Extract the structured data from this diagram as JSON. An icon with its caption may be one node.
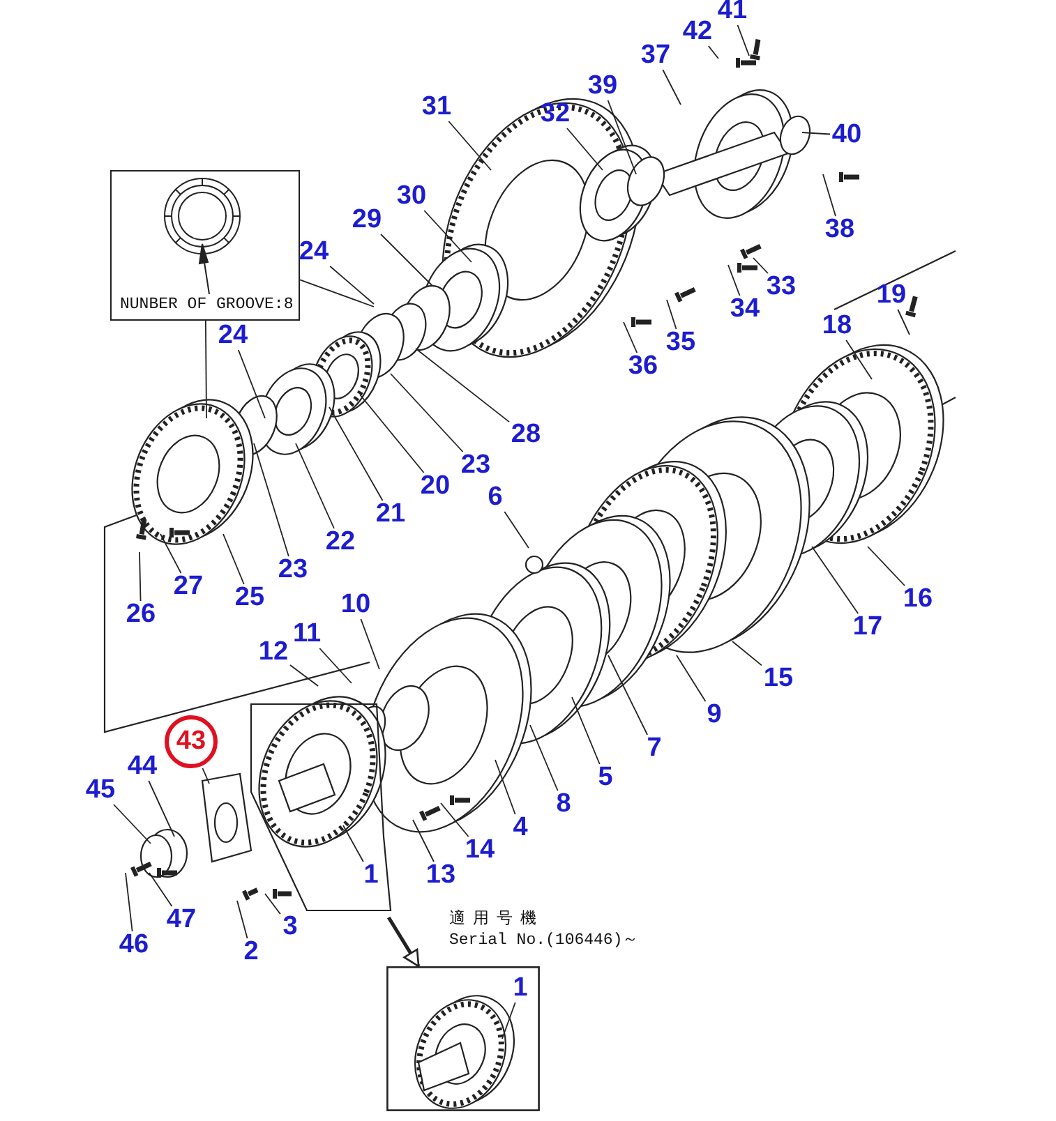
{
  "diagram": {
    "nodes": [
      {
        "text": [
          "NUNBER OF GROOVE:8"
        ]
      },
      {
        "text": [
          "41"
        ]
      },
      {
        "text": [
          "42"
        ]
      },
      {
        "text": [
          "37"
        ]
      },
      {
        "text": [
          "40"
        ]
      },
      {
        "text": [
          "31"
        ]
      },
      {
        "text": [
          "39"
        ]
      },
      {
        "text": [
          "32"
        ]
      },
      {
        "text": [
          "38"
        ]
      },
      {
        "text": [
          "30"
        ]
      },
      {
        "text": [
          "29"
        ]
      },
      {
        "text": [
          "24"
        ]
      },
      {
        "text": [
          "33"
        ]
      },
      {
        "text": [
          "19"
        ]
      },
      {
        "text": [
          "34"
        ]
      },
      {
        "text": [
          "18"
        ]
      },
      {
        "text": [
          "24"
        ]
      },
      {
        "text": [
          "35"
        ]
      },
      {
        "text": [
          "36"
        ]
      },
      {
        "text": [
          "28"
        ]
      },
      {
        "text": [
          "23"
        ]
      },
      {
        "text": [
          "20"
        ]
      },
      {
        "text": [
          "6"
        ]
      },
      {
        "text": [
          "21"
        ]
      },
      {
        "text": [
          "22"
        ]
      },
      {
        "text": [
          "23"
        ]
      },
      {
        "text": [
          "27"
        ]
      },
      {
        "text": [
          "25"
        ]
      },
      {
        "text": [
          "16"
        ]
      },
      {
        "text": [
          "10"
        ]
      },
      {
        "text": [
          "26"
        ]
      },
      {
        "text": [
          "17"
        ]
      },
      {
        "text": [
          "11"
        ]
      },
      {
        "text": [
          "12"
        ]
      },
      {
        "text": [
          "15"
        ]
      },
      {
        "text": [
          "9"
        ]
      },
      {
        "text": [
          "43"
        ]
      },
      {
        "text": [
          "7"
        ]
      },
      {
        "text": [
          "44"
        ]
      },
      {
        "text": [
          "5"
        ]
      },
      {
        "text": [
          "45"
        ]
      },
      {
        "text": [
          "8"
        ]
      },
      {
        "text": [
          "4"
        ]
      },
      {
        "text": [
          "14"
        ]
      },
      {
        "text": [
          "1"
        ],
        "in": 50
      },
      {
        "text": [
          "13"
        ]
      },
      {
        "text": [
          "47"
        ]
      },
      {
        "text": [
          "3"
        ]
      },
      {
        "text": [
          "46"
        ]
      },
      {
        "text": [
          "2"
        ]
      },
      {
        "text": [],
        "shape": "box"
      },
      {
        "text": [],
        "shape": "box",
        "beside": [
          "適用号機",
          "Serial No.(106446)～"
        ]
      },
      {
        "text": [
          "1"
        ],
        "in": 51
      }
    ],
    "edges": [
      {
        "from": 0,
        "to": null,
        "arrow": "none"
      },
      {
        "from": 0,
        "to": null,
        "arrow": "none"
      },
      {
        "from": 1,
        "to": null,
        "arrow": "none"
      },
      {
        "from": 2,
        "to": null,
        "arrow": "none"
      },
      {
        "from": 3,
        "to": null,
        "arrow": "none"
      },
      {
        "from": 4,
        "to": null,
        "arrow": "none"
      },
      {
        "from": 5,
        "to": null,
        "arrow": "none"
      },
      {
        "from": 6,
        "to": null,
        "arrow": "none"
      },
      {
        "from": 7,
        "to": null,
        "arrow": "none"
      },
      {
        "from": 8,
        "to": null,
        "arrow": "none"
      },
      {
        "from": 9,
        "to": null,
        "arrow": "none"
      },
      {
        "from": 10,
        "to": null,
        "arrow": "none"
      },
      {
        "from": 11,
        "to": null,
        "arrow": "none"
      },
      {
        "from": 12,
        "to": null,
        "arrow": "none"
      },
      {
        "from": 13,
        "to": null,
        "arrow": "none"
      },
      {
        "from": 14,
        "to": null,
        "arrow": "none"
      },
      {
        "from": 15,
        "to": null,
        "arrow": "none"
      },
      {
        "from": 16,
        "to": null,
        "arrow": "none"
      },
      {
        "from": 17,
        "to": null,
        "arrow": "none"
      },
      {
        "from": 18,
        "to": null,
        "arrow": "none"
      },
      {
        "from": 19,
        "to": null,
        "arrow": "none"
      },
      {
        "from": 20,
        "to": null,
        "arrow": "none"
      },
      {
        "from": 21,
        "to": null,
        "arrow": "none"
      },
      {
        "from": 22,
        "to": null,
        "arrow": "none"
      },
      {
        "from": 23,
        "to": null,
        "arrow": "none"
      },
      {
        "from": 24,
        "to": null,
        "arrow": "none"
      },
      {
        "from": 25,
        "to": null,
        "arrow": "none"
      },
      {
        "from": 26,
        "to": null,
        "arrow": "none"
      },
      {
        "from": 27,
        "to": null,
        "arrow": "none"
      },
      {
        "from": 28,
        "to": null,
        "arrow": "none"
      },
      {
        "from": 29,
        "to": null,
        "arrow": "none"
      },
      {
        "from": 30,
        "to": null,
        "arrow": "none"
      },
      {
        "from": 31,
        "to": null,
        "arrow": "none"
      },
      {
        "from": 32,
        "to": null,
        "arrow": "none"
      },
      {
        "from": 33,
        "to": null,
        "arrow": "none"
      },
      {
        "from": 34,
        "to": null,
        "arrow": "none"
      },
      {
        "from": 35,
        "to": null,
        "arrow": "none"
      },
      {
        "from": 36,
        "to": null,
        "arrow": "none"
      },
      {
        "from": 37,
        "to": null,
        "arrow": "none"
      },
      {
        "from": 38,
        "to": null,
        "arrow": "none"
      },
      {
        "from": 39,
        "to": null,
        "arrow": "none"
      },
      {
        "from": 40,
        "to": null,
        "arrow": "none"
      },
      {
        "from": 41,
        "to": null,
        "arrow": "none"
      },
      {
        "from": 42,
        "to": null,
        "arrow": "none"
      },
      {
        "from": 43,
        "to": null,
        "arrow": "none"
      },
      {
        "from": 44,
        "to": null,
        "arrow": "none"
      },
      {
        "from": 45,
        "to": null,
        "arrow": "none"
      },
      {
        "from": 46,
        "to": null,
        "arrow": "none"
      },
      {
        "from": 47,
        "to": null,
        "arrow": "none"
      },
      {
        "from": 48,
        "to": null,
        "arrow": "none"
      },
      {
        "from": 49,
        "to": null,
        "arrow": "none"
      },
      {
        "from": 52,
        "to": null,
        "arrow": "none"
      },
      {
        "from": 50,
        "to": 51,
        "arrow": "to",
        "style": "thick"
      }
    ]
  }
}
